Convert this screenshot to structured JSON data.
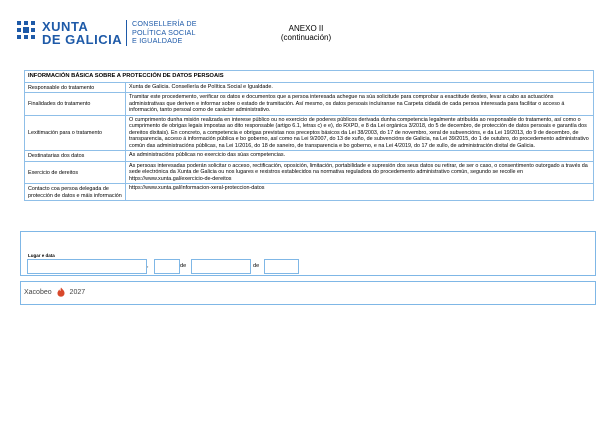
{
  "header": {
    "logo_brand_line1": "XUNTA",
    "logo_brand_line2": "DE GALICIA",
    "logo_dept_line1": "CONSELLERÍA DE",
    "logo_dept_line2": "POLÍTICA SOCIAL",
    "logo_dept_line3": "E IGUALDADE",
    "annex_title": "ANEXO II",
    "annex_subtitle": "(continuación)"
  },
  "data_protection": {
    "heading": "INFORMACIÓN BÁSICA SOBRE A PROTECCIÓN DE DATOS PERSOAIS",
    "rows": [
      {
        "label": "Responsable do tratamento",
        "text": "Xunta de Galicia. Consellería de Política Social e Igualdade."
      },
      {
        "label": "Finalidades do tratamento",
        "text": "Tramitar este procedemento, verificar os datos e documentos que a persoa interesada achegue na súa solicitude para comprobar a exactitude destes, levar a cabo as actuacións administrativas que deriven e informar sobre o estado de tramitación. Así mesmo, os datos persoais incluiranse na Carpeta cidadá de cada persoa interesada para facilitar o acceso á información, tanto persoal como de carácter administrativo."
      },
      {
        "label": "Lexitimación para o tratamento",
        "text": "O cumprimento dunha misión realizada en interese público ou no exercicio de poderes públicos derivada dunha competencia legalmente atribuída ao responsable do tratamento, así como o cumprimento de obrigas legais impostas ao dito responsable (artigo 6.1, letras c) e e), do RXPD, e 8 da Lei orgánica 3/2018, do 5 de decembro, de protección de datos persoais e garantía dos dereitos dixitais). En concreto, a competencia e obrigas previstas nos preceptos básicos da Lei 38/2003, do 17 de novembro, xeral de subvencións, e da Lei 19/2013, do 9 de decembro, de transparencia, acceso á información pública e bo goberno, así como na Lei 9/2007, do 13 de xuño, de subvencións de Galicia, na Lei 39/2015, do 1 de outubro, do procedemento administrativo común das administracións públicas, na Lei 1/2016, do 18 de xaneiro, de transparencia e bo goberno, e na Lei 4/2019, do 17 de xullo, de administración dixital de Galicia."
      },
      {
        "label": "Destinatarias dos datos",
        "text": "As administracións públicas no exercicio das súas competencias."
      },
      {
        "label": "Exercicio de dereitos",
        "text": "As persoas interesadas poderán solicitar o acceso, rectificación, oposición, limitación, portabilidade e supresión dos seus datos ou retirar, de ser o caso, o consentimento outorgado a través da sede electrónica da Xunta de Galicia ou nos lugares e rexistros establecidos na normativa reguladora do procedemento administrativo común, segundo se recolle en https://www.xunta.gal/exercicio-de-dereitos"
      },
      {
        "label": "Contacto coa persoa delegada de protección de datos e máis información",
        "text": "https://www.xunta.gal/informacion-xeral-proteccion-datos"
      }
    ]
  },
  "signature": {
    "place_date_label": "Lugar e data",
    "place_value": "",
    "comma": ",",
    "day_value": "",
    "de1": "de",
    "month_value": "",
    "de2": "de",
    "year_value": ""
  },
  "footer": {
    "xacobeo": "Xacobeo",
    "year": "2027",
    "flame_icon": "xacobeo-flame-icon"
  },
  "colors": {
    "brand_blue": "#1e5aa8",
    "border_blue": "#8fbfe8",
    "flame_red": "#d8482b"
  }
}
